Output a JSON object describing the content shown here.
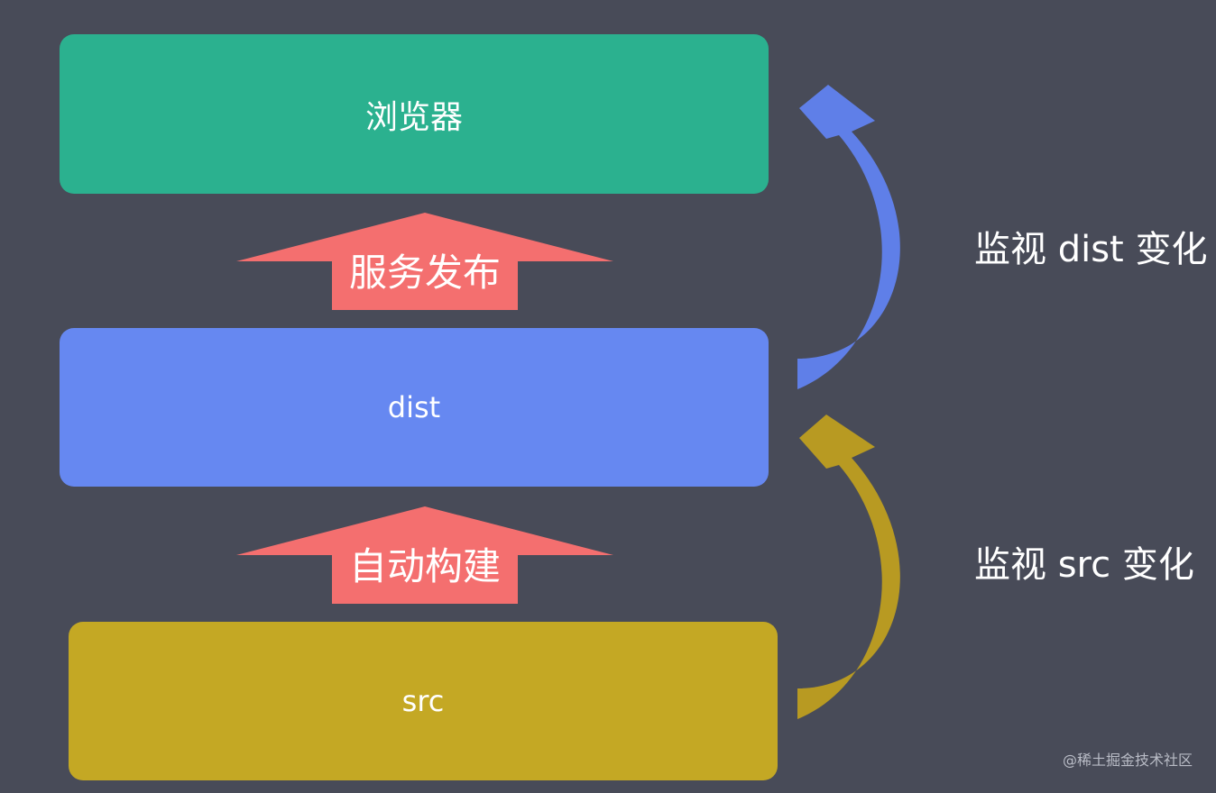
{
  "blocks": {
    "browser": "浏览器",
    "dist": "dist",
    "src": "src"
  },
  "arrows": {
    "publish": "服务发布",
    "build": "自动构建"
  },
  "watch_labels": {
    "dist": "监视 dist 变化",
    "src": "监视 src 变化"
  },
  "watermark": "@稀土掘金技术社区",
  "colors": {
    "background": "#484b58",
    "browser": "#2bb18f",
    "dist": "#6688f1",
    "src": "#c4a824",
    "up_arrow": "#f46f6f",
    "curve_dist": "#5f7fe8",
    "curve_src": "#b89a22"
  }
}
